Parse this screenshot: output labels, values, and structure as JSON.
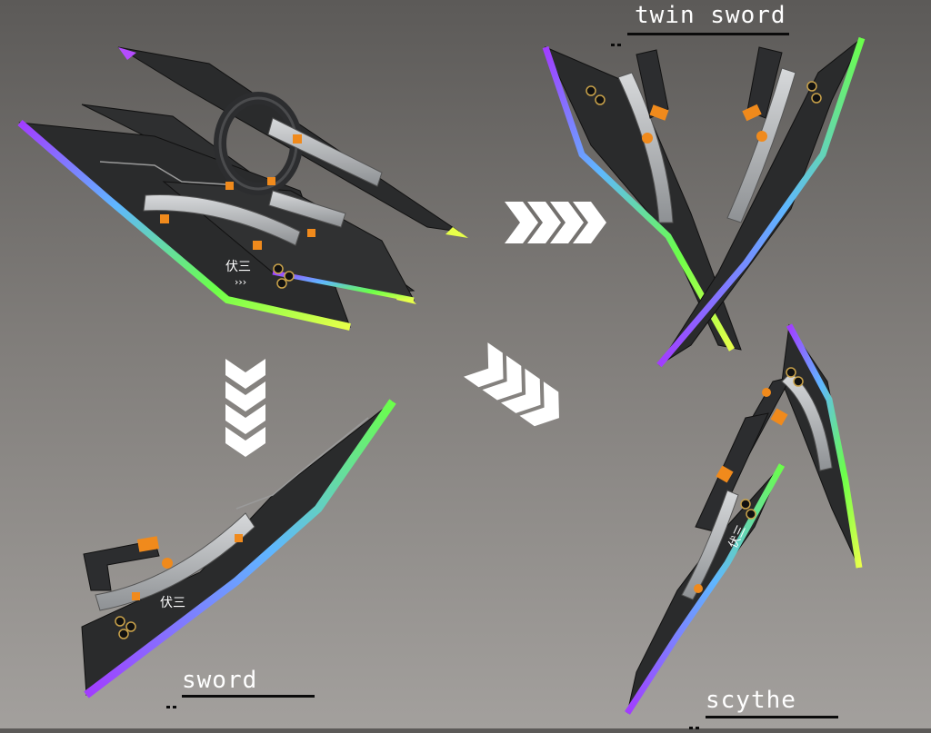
{
  "labels": {
    "twin_sword": "twin sword",
    "sword": "sword",
    "scythe": "scythe"
  },
  "glyphs": {
    "kanji": "伏三"
  },
  "colors": {
    "background_top": "#5c5a58",
    "background_bottom": "#a3a09d",
    "blade": "#2a2b2c",
    "metal": "#b9bcbe",
    "accent": "#f08a1c",
    "edge_gradient": [
      "#a23cff",
      "#5fb7ff",
      "#6bff4a",
      "#e8ff4a"
    ],
    "arrow": "#ffffff"
  },
  "icons": [
    "chevron-right-icon",
    "chevron-down-icon",
    "chevron-diagonal-icon"
  ]
}
